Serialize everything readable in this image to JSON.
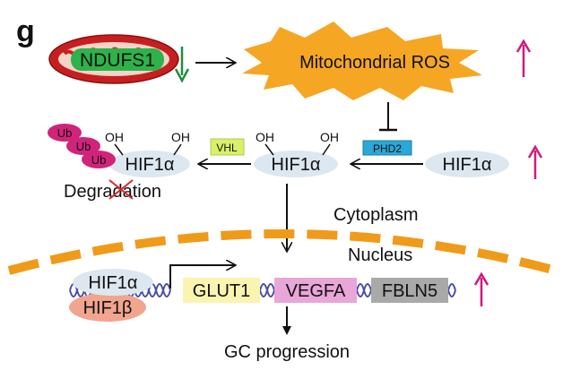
{
  "panel_letter": "g",
  "mito_label": "NDUFS1",
  "ros_label": "Mitochondrial ROS",
  "phd2_label": "PHD2",
  "vhl_label": "VHL",
  "hif_label": "HIF1α",
  "hifb_label": "HIF1β",
  "oh_label": "OH",
  "ub_label": "Ub",
  "degradation_label": "Degradation",
  "cytoplasm_label": "Cytoplasm",
  "nucleus_label": "Nucleus",
  "genes": [
    "GLUT1",
    "VEGFA",
    "FBLN5"
  ],
  "outcome_label": "GC progression",
  "colors": {
    "down_arrow": "#1e8f3e",
    "up_arrow": "#d0197e",
    "ros_burst": "#f5a623",
    "mito_red": "#d62b2b",
    "ndufs1_green": "#2db34a",
    "phd2": "#2aa8d8",
    "vhl": "#d8f06a",
    "hif_ellipse": "#dde7f0",
    "hifb": "#f2a58e",
    "ub": "#d1237a",
    "nucleus_membrane": "#f09a1a",
    "glut1": "#fbf3b0",
    "vegfa": "#e9a6d8",
    "fbln5": "#a9a9a9",
    "dna": "#4b4ea8"
  }
}
